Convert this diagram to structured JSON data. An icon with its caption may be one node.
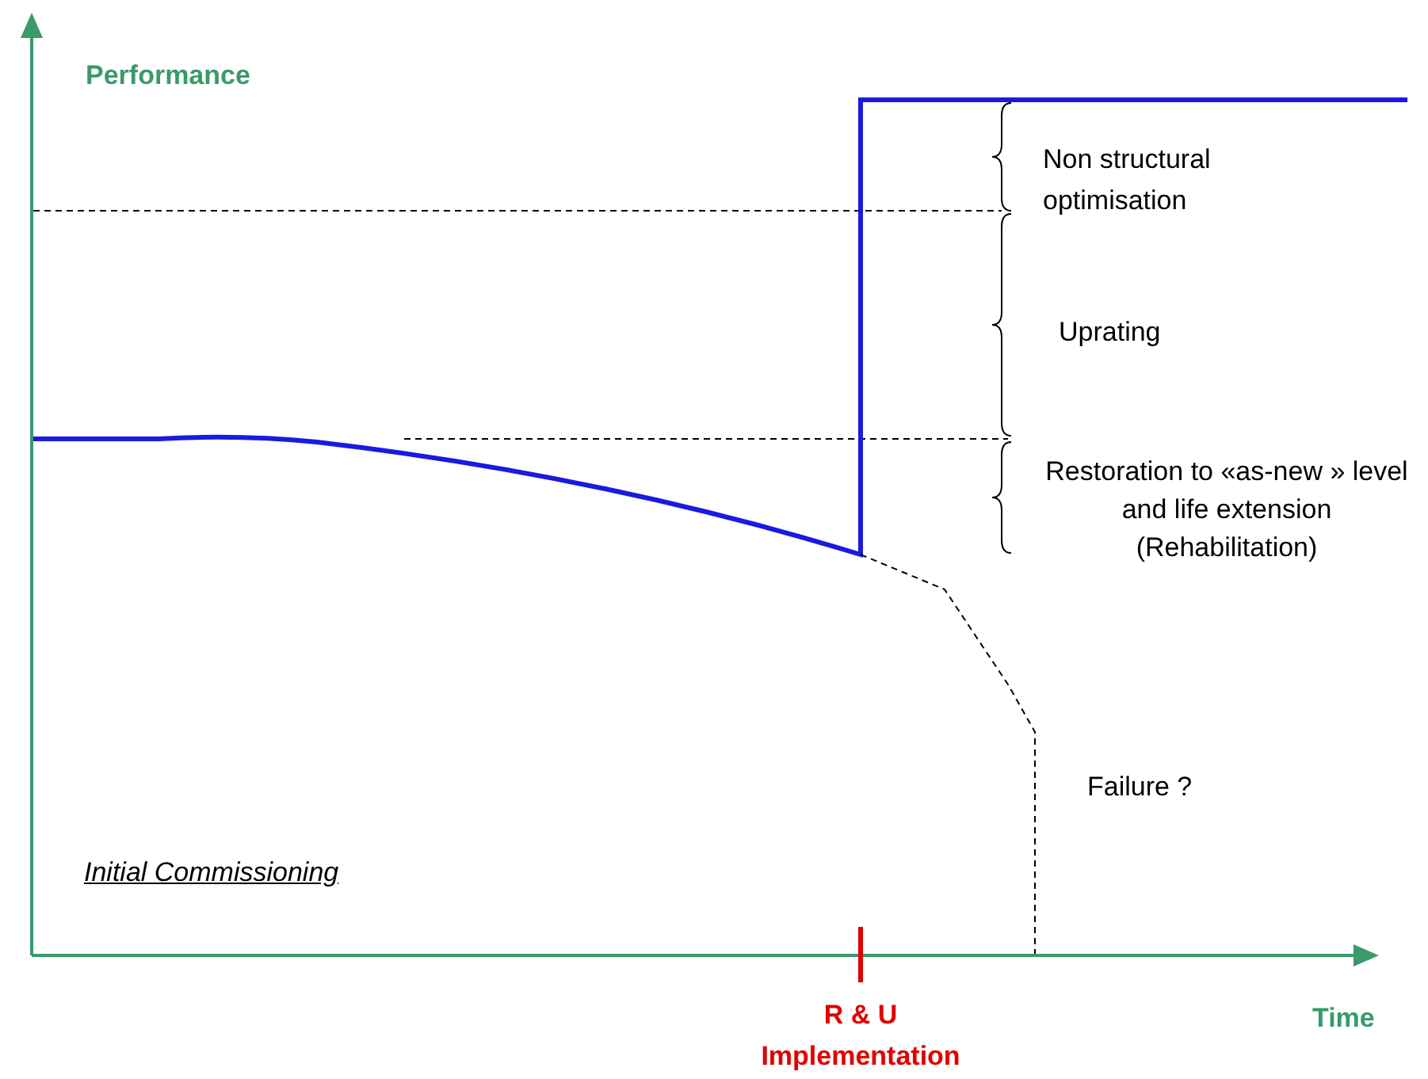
{
  "diagram": {
    "labels": [
      "Performance",
      "Non structural optimisation",
      "Uprating",
      "Restoration to «as-new » level and life extension (Rehabilitation)",
      "Failure ?",
      "Initial Commissioning",
      "R & U Implementation",
      "Time"
    ]
  }
}
